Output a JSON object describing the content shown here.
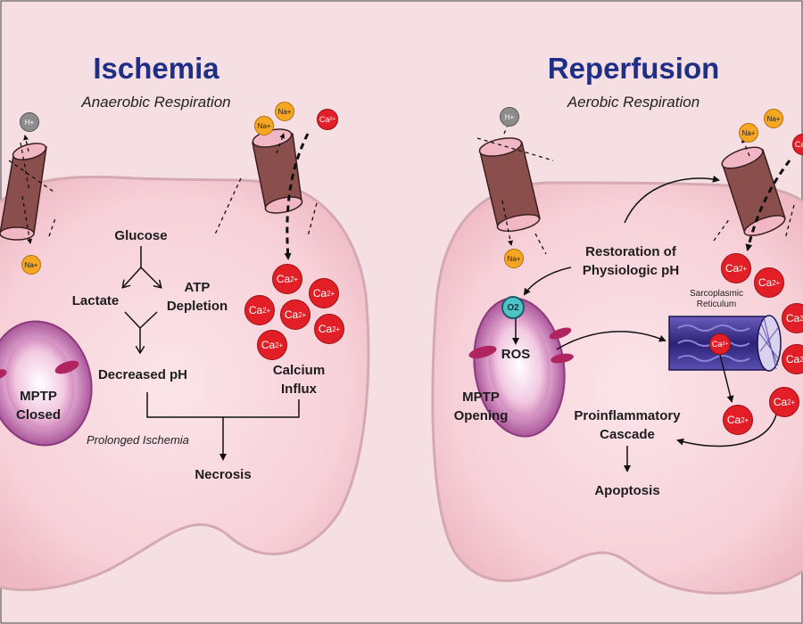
{
  "ischemia": {
    "title": "Ischemia",
    "subtitle": "Anaerobic Respiration",
    "glucose": "Glucose",
    "lactate": "Lactate",
    "atp_line1": "ATP",
    "atp_line2": "Depletion",
    "decreased_ph": "Decreased pH",
    "calcium_line1": "Calcium",
    "calcium_line2": "Influx",
    "prolonged": "Prolonged Ischemia",
    "necrosis": "Necrosis",
    "mptp_line1": "MPTP",
    "mptp_line2": "Closed",
    "h_ion": "H+",
    "na_ion": "Na+",
    "ca_ion": "Ca2+"
  },
  "reperfusion": {
    "title": "Reperfusion",
    "subtitle": "Aerobic Respiration",
    "restoration_line1": "Restoration of",
    "restoration_line2": "Physiologic pH",
    "o2": "O2",
    "ros": "ROS",
    "mptp_line1": "MPTP",
    "mptp_line2": "Opening",
    "sr_line1": "Sarcoplasmic",
    "sr_line2": "Reticulum",
    "proinflammatory_line1": "Proinflammatory",
    "proinflammatory_line2": "Cascade",
    "apoptosis": "Apoptosis",
    "h_ion": "H+",
    "na_ion": "Na+",
    "ca_ion": "Ca2+"
  },
  "colors": {
    "background": "#f6dfe3",
    "cell_fill": "#f8d3da",
    "cell_stroke": "#c9a2aa",
    "title": "#1f2f86",
    "calcium": "#e21f26",
    "sodium": "#f5a623",
    "hydrogen": "#8c8c8c",
    "oxygen": "#4ec3c4",
    "mitochondrion": "#c576b7",
    "channel": "#8a4f4c",
    "reticulum": "#3b2f86"
  }
}
